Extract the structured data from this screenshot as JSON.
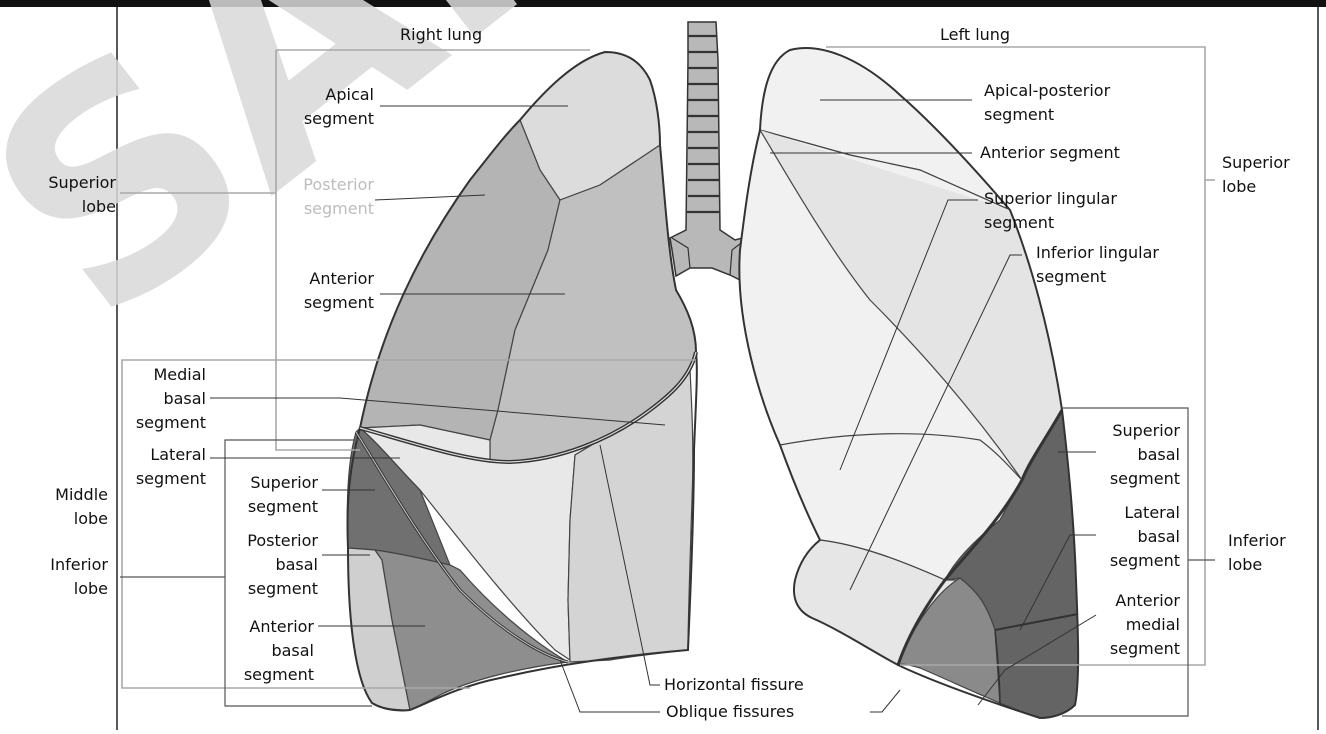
{
  "watermark": "SAMPLE",
  "lungs": {
    "right_title": "Right lung",
    "left_title": "Left lung"
  },
  "right_labels": {
    "apical_1": "Apical",
    "apical_2": "segment",
    "posterior_1": "Posterior",
    "posterior_2": "segment",
    "anterior_1": "Anterior",
    "anterior_2": "segment",
    "medial_basal_1": "Medial",
    "medial_basal_2": "basal",
    "medial_basal_3": "segment",
    "lateral_1": "Lateral",
    "lateral_2": "segment",
    "superior_seg_1": "Superior",
    "superior_seg_2": "segment",
    "posterior_basal_1": "Posterior",
    "posterior_basal_2": "basal",
    "posterior_basal_3": "segment",
    "anterior_basal_1": "Anterior",
    "anterior_basal_2": "basal",
    "anterior_basal_3": "segment"
  },
  "right_lobes": {
    "superior_1": "Superior",
    "superior_2": "lobe",
    "middle_1": "Middle",
    "middle_2": "lobe",
    "inferior_1": "Inferior",
    "inferior_2": "lobe"
  },
  "left_labels": {
    "apical_posterior_1": "Apical-posterior",
    "apical_posterior_2": "segment",
    "anterior": "Anterior segment",
    "superior_lingular_1": "Superior lingular",
    "superior_lingular_2": "segment",
    "inferior_lingular_1": "Inferior lingular",
    "inferior_lingular_2": "segment",
    "superior_basal_1": "Superior",
    "superior_basal_2": "basal",
    "superior_basal_3": "segment",
    "lateral_basal_1": "Lateral",
    "lateral_basal_2": "basal",
    "lateral_basal_3": "segment",
    "anterior_medial_1": "Anterior",
    "anterior_medial_2": "medial",
    "anterior_medial_3": "segment"
  },
  "left_lobes": {
    "superior_1": "Superior",
    "superior_2": "lobe",
    "inferior_1": "Inferior",
    "inferior_2": "lobe"
  },
  "fissures": {
    "horizontal": "Horizontal fissure",
    "oblique": "Oblique fissures"
  },
  "colors": {
    "apical": "#dcdcdc",
    "posterior": "#b4b4b4",
    "anterior": "#c0c0c0",
    "middle_lateral": "#e8e8e8",
    "middle_medial": "#d4d4d4",
    "superior_seg": "#707070",
    "posterior_basal": "#cfcfcf",
    "anterior_basal": "#8e8e8e",
    "left_light": "#f1f1f1",
    "left_mid": "#e4e4e4",
    "left_dark": "#646464",
    "left_ant_medial": "#8a8a8a",
    "trachea": "#b8b8b8",
    "watermark": "#d9d9d9"
  }
}
